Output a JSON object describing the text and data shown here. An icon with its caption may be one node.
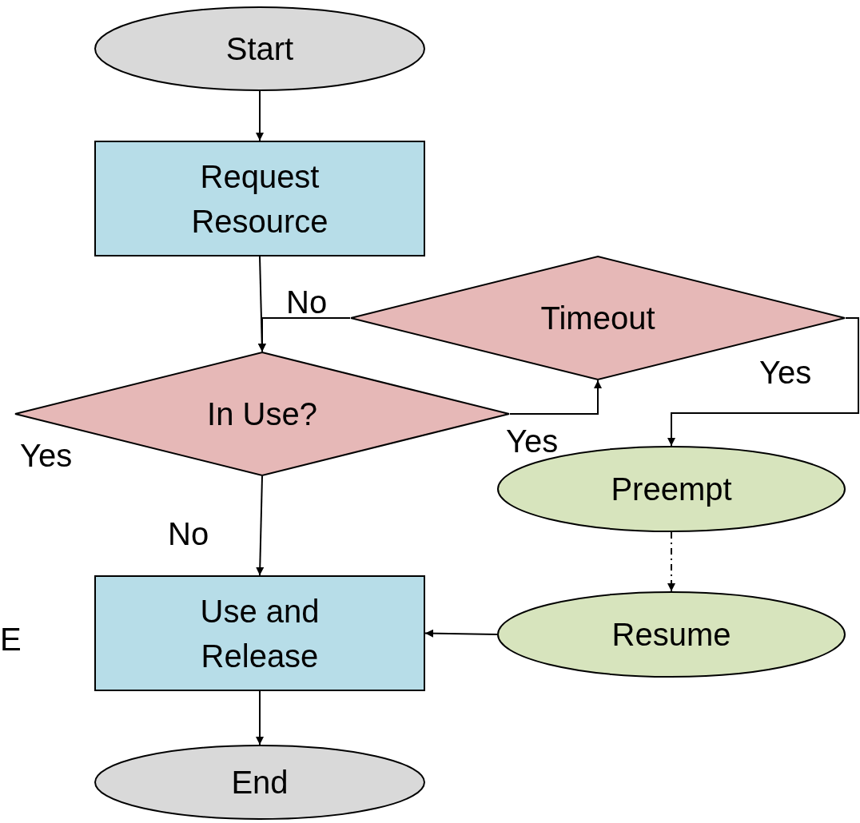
{
  "diagram": {
    "nodes": [
      {
        "text": [
          "Start"
        ]
      },
      {
        "text": [
          "Request Resource"
        ]
      },
      {
        "text": [
          "Timeout"
        ]
      },
      {
        "text": [
          "In Use?"
        ]
      },
      {
        "text": [
          "Preempt"
        ]
      },
      {
        "text": [
          "Resume"
        ]
      },
      {
        "text": [
          "Use and Release"
        ]
      },
      {
        "text": [
          "End"
        ]
      }
    ],
    "edges": [
      {
        "from": 0,
        "to": 1,
        "arrow": "to"
      },
      {
        "from": 1,
        "to": 3,
        "arrow": "to"
      },
      {
        "from": 2,
        "to": 3,
        "label": "No",
        "arrow": "to"
      },
      {
        "from": 3,
        "to": 2,
        "label": "Yes",
        "arrow": "to"
      },
      {
        "from": 3,
        "to": 6,
        "label": "No",
        "arrow": "to"
      },
      {
        "from": 2,
        "to": 4,
        "label": "Yes",
        "arrow": "to"
      },
      {
        "from": 4,
        "to": 5,
        "arrow": "to",
        "style": "dashed"
      },
      {
        "from": 5,
        "to": 6,
        "arrow": "to"
      },
      {
        "from": 6,
        "to": 7,
        "arrow": "to"
      }
    ],
    "labels": [
      "Yes",
      "E"
    ]
  }
}
